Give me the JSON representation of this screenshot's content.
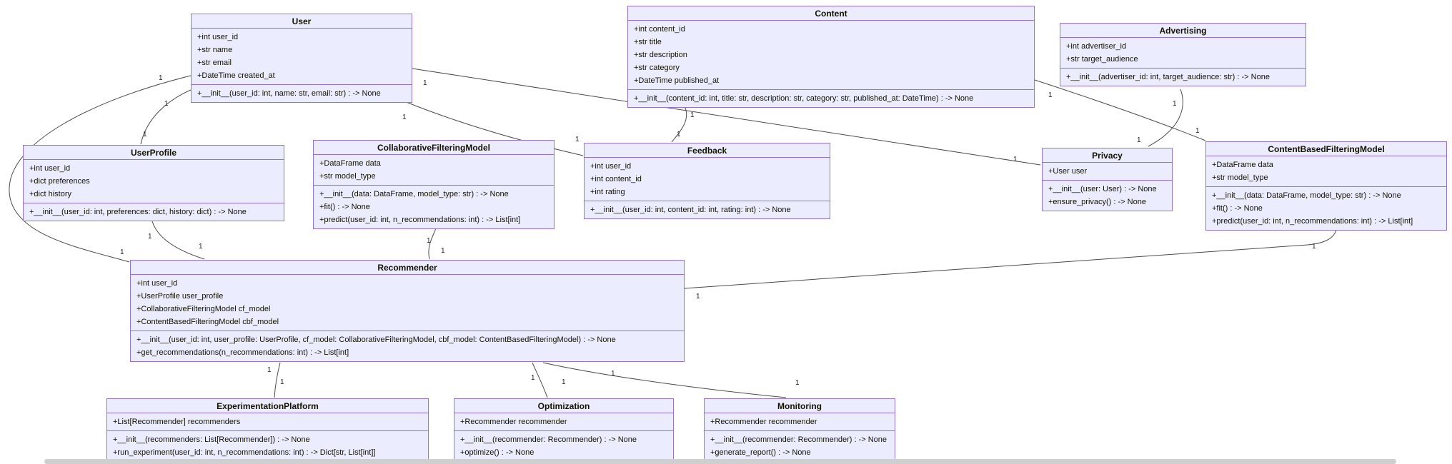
{
  "diagram": {
    "type": "uml-class-diagram",
    "colors": {
      "node_fill": "#ECECFF",
      "node_border": "#9370DB",
      "edge": "#4b4b4b",
      "text": "#131300"
    },
    "classes": [
      {
        "name": "User",
        "attributes": [
          "+int user_id",
          "+str name",
          "+str email",
          "+DateTime created_at"
        ],
        "methods": [
          "+__init__(user_id: int, name: str, email: str) : -> None"
        ]
      },
      {
        "name": "Content",
        "attributes": [
          "+int content_id",
          "+str title",
          "+str description",
          "+str category",
          "+DateTime published_at"
        ],
        "methods": [
          "+__init__(content_id: int, title: str, description: str, category: str, published_at: DateTime) : -> None"
        ]
      },
      {
        "name": "Advertising",
        "attributes": [
          "+int advertiser_id",
          "+str target_audience"
        ],
        "methods": [
          "+__init__(advertiser_id: int, target_audience: str) : -> None"
        ]
      },
      {
        "name": "UserProfile",
        "attributes": [
          "+int user_id",
          "+dict preferences",
          "+dict history"
        ],
        "methods": [
          "+__init__(user_id: int, preferences: dict, history: dict) : -> None"
        ]
      },
      {
        "name": "CollaborativeFilteringModel",
        "attributes": [
          "+DataFrame data",
          "+str model_type"
        ],
        "methods": [
          "+__init__(data: DataFrame, model_type: str) : -> None",
          "+fit() : -> None",
          "+predict(user_id: int, n_recommendations: int) : -> List[int]"
        ]
      },
      {
        "name": "Feedback",
        "attributes": [
          "+int user_id",
          "+int content_id",
          "+int rating"
        ],
        "methods": [
          "+__init__(user_id: int, content_id: int, rating: int) : -> None"
        ]
      },
      {
        "name": "Privacy",
        "attributes": [
          "+User user"
        ],
        "methods": [
          "+__init__(user: User) : -> None",
          "+ensure_privacy() : -> None"
        ]
      },
      {
        "name": "ContentBasedFilteringModel",
        "attributes": [
          "+DataFrame data",
          "+str model_type"
        ],
        "methods": [
          "+__init__(data: DataFrame, model_type: str) : -> None",
          "+fit() : -> None",
          "+predict(user_id: int, n_recommendations: int) : -> List[int]"
        ]
      },
      {
        "name": "Recommender",
        "attributes": [
          "+int user_id",
          "+UserProfile user_profile",
          "+CollaborativeFilteringModel cf_model",
          "+ContentBasedFilteringModel cbf_model"
        ],
        "methods": [
          "+__init__(user_id: int, user_profile: UserProfile, cf_model: CollaborativeFilteringModel, cbf_model: ContentBasedFilteringModel) : -> None",
          "+get_recommendations(n_recommendations: int) : -> List[int]"
        ]
      },
      {
        "name": "ExperimentationPlatform",
        "attributes": [
          "+List[Recommender] recommenders"
        ],
        "methods": [
          "+__init__(recommenders: List[Recommender]) : -> None",
          "+run_experiment(user_id: int, n_recommendations: int) : -> Dict[str, List[int]]"
        ]
      },
      {
        "name": "Optimization",
        "attributes": [
          "+Recommender recommender"
        ],
        "methods": [
          "+__init__(recommender: Recommender) : -> None",
          "+optimize() : -> None"
        ]
      },
      {
        "name": "Monitoring",
        "attributes": [
          "+Recommender recommender"
        ],
        "methods": [
          "+__init__(recommender: Recommender) : -> None",
          "+generate_report() : -> None"
        ]
      }
    ],
    "relationships": [
      {
        "from": "User",
        "to": "UserProfile",
        "from_card": "1",
        "to_card": "1"
      },
      {
        "from": "User",
        "to": "Recommender",
        "from_card": "1",
        "to_card": "1"
      },
      {
        "from": "User",
        "to": "Feedback",
        "from_card": "1",
        "to_card": "1"
      },
      {
        "from": "User",
        "to": "Privacy",
        "from_card": "1",
        "to_card": "1"
      },
      {
        "from": "UserProfile",
        "to": "Recommender",
        "from_card": "1",
        "to_card": "1"
      },
      {
        "from": "CollaborativeFilteringModel",
        "to": "Recommender",
        "from_card": "1",
        "to_card": "1"
      },
      {
        "from": "Content",
        "to": "Feedback",
        "from_card": "1",
        "to_card": "1"
      },
      {
        "from": "Content",
        "to": "ContentBasedFilteringModel",
        "from_card": "1",
        "to_card": "1"
      },
      {
        "from": "Advertising",
        "to": "Privacy",
        "from_card": "1",
        "to_card": "1"
      },
      {
        "from": "Recommender",
        "to": "ContentBasedFilteringModel",
        "from_card": "1",
        "to_card": "1"
      },
      {
        "from": "Recommender",
        "to": "ExperimentationPlatform",
        "from_card": "1",
        "to_card": "1"
      },
      {
        "from": "Recommender",
        "to": "Optimization",
        "from_card": "1",
        "to_card": "1"
      },
      {
        "from": "Recommender",
        "to": "Monitoring",
        "from_card": "1",
        "to_card": "1"
      }
    ]
  }
}
